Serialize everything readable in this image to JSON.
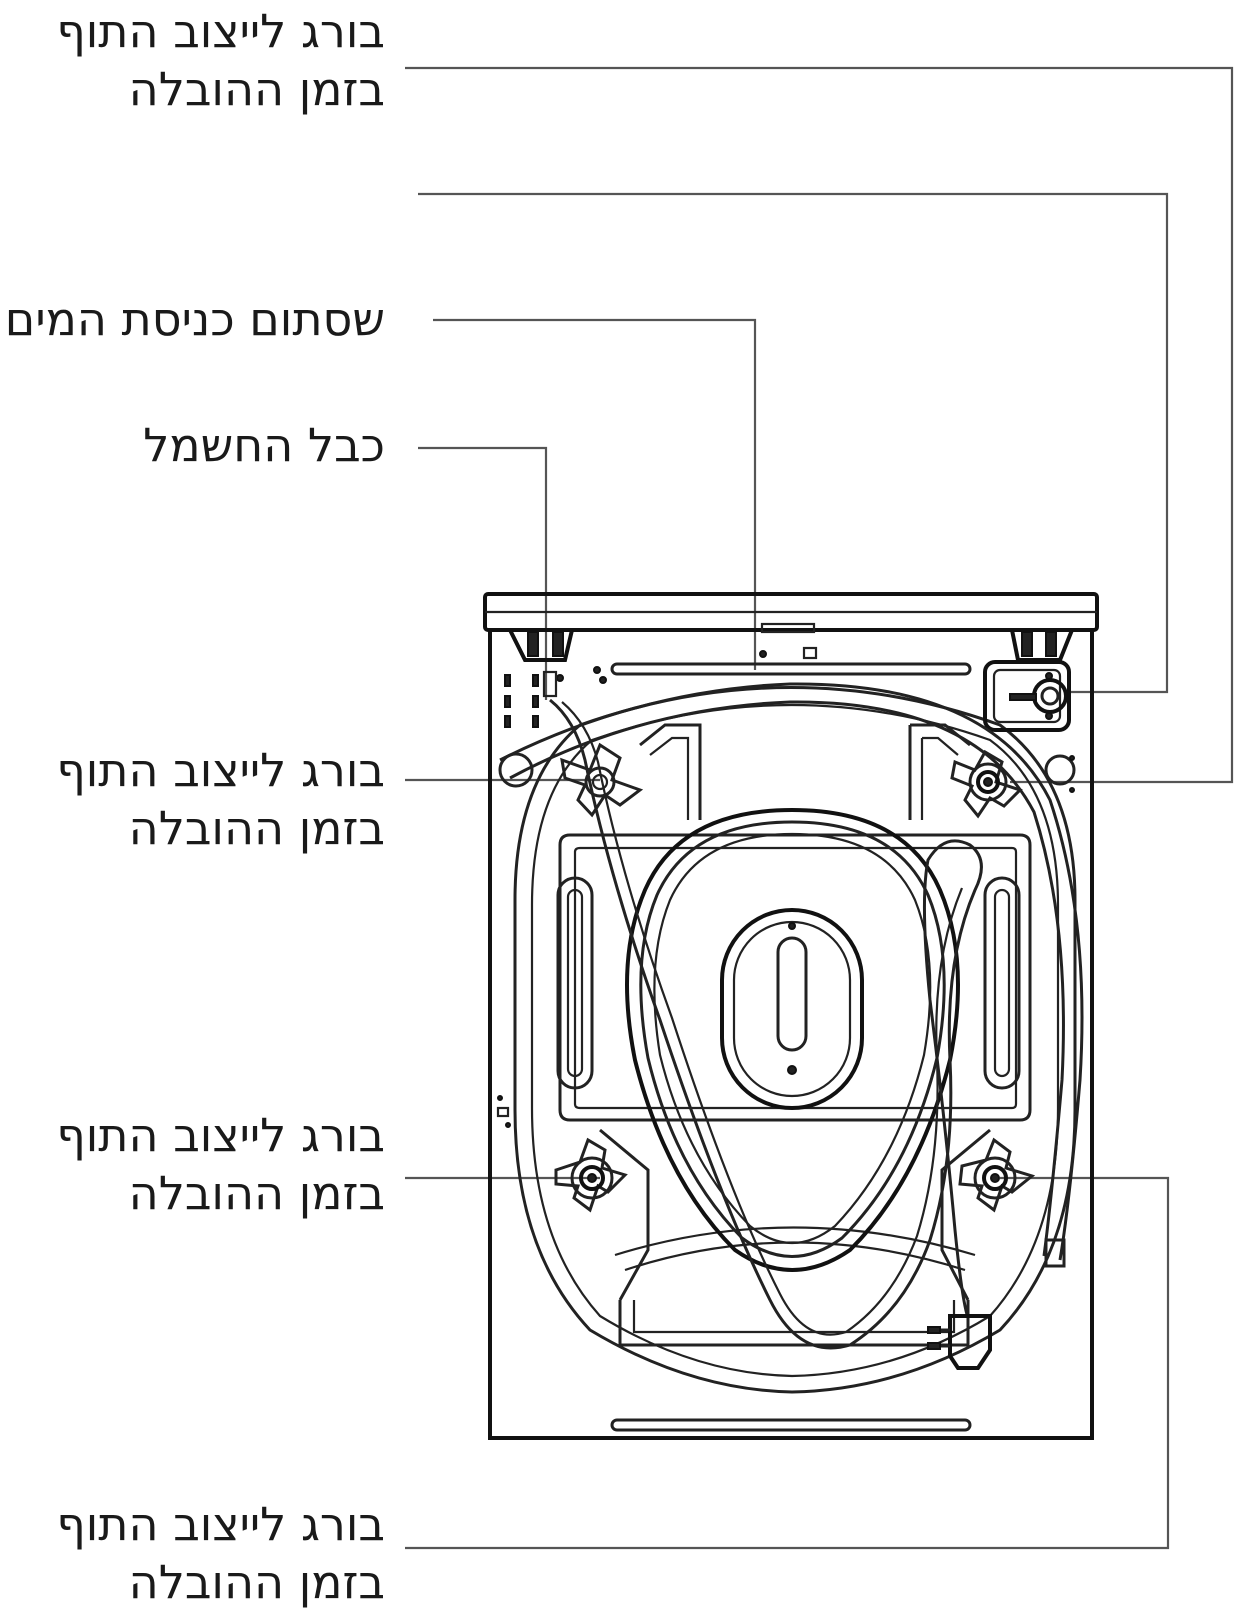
{
  "labels": {
    "bolt_top_right": {
      "line1": "בורג לייצוב התוף",
      "line2": "בזמן ההובלה"
    },
    "water_inlet": {
      "line1": "שסתום כניסת המים"
    },
    "power_cable": {
      "line1": "כבל החשמל"
    },
    "bolt_upper_left": {
      "line1": "בורג לייצוב התוף",
      "line2": "בזמן ההובלה"
    },
    "bolt_lower_left": {
      "line1": "בורג לייצוב התוף",
      "line2": "בזמן ההובלה"
    },
    "bolt_lower_right": {
      "line1": "בורג לייצוב התוף",
      "line2": "בזמן ההובלה"
    }
  },
  "colors": {
    "line": "#222222",
    "leader": "#555555",
    "background": "#ffffff"
  }
}
